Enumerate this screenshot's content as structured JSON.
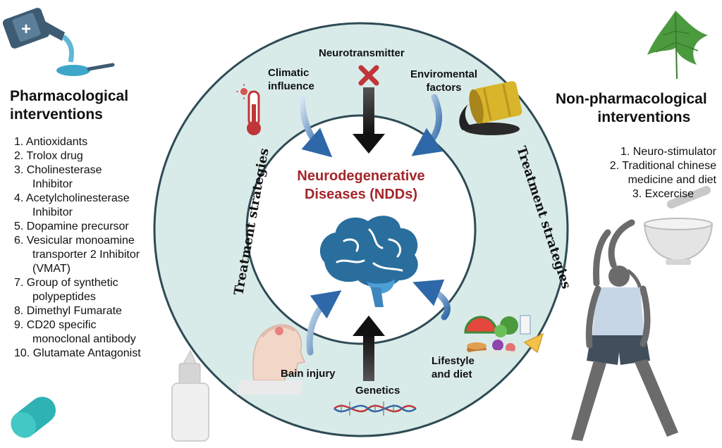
{
  "left": {
    "heading": [
      "Pharmacological",
      "interventions"
    ],
    "items": [
      "1.  Antioxidants",
      "2.  Trolox drug",
      "3.  Cholinesterase",
      "     Inhibitor",
      "4.  Acetylcholinesterase",
      "     Inhibitor",
      "5.  Dopamine precursor",
      "6.  Vesicular monoamine",
      "     transporter 2 Inhibitor",
      "     (VMAT)",
      "7.  Group of synthetic",
      "     polypeptides",
      "8.  Dimethyl Fumarate",
      "9.  CD20 specific",
      "     monoclonal antibody",
      "10. Glutamate Antagonist"
    ]
  },
  "right": {
    "heading": [
      "Non-pharmacological",
      "interventions"
    ],
    "items": [
      "1.  Neuro-stimulator",
      "2.  Traditional chinese",
      "medicine and diet",
      "3.  Excercise"
    ]
  },
  "center": {
    "title": [
      "Neurodegenerative",
      "Diseases (NDDs)"
    ],
    "ring_label_left": "Treatment strategies",
    "ring_label_right": "Treatment strategies",
    "factors": {
      "neurotransmitter": "Neurotransmitter",
      "climatic": [
        "Climatic",
        "influence"
      ],
      "environmental": [
        "Enviromental",
        "factors"
      ],
      "brain_injury": "Bain injury",
      "genetics": "Genetics",
      "lifestyle": [
        "Lifestyle",
        "and diet"
      ]
    }
  },
  "colors": {
    "ring_fill": "#d9ebe8",
    "ring_stroke": "#2e4b55",
    "title_red": "#a3262a",
    "brain_blue": "#2a6e9e",
    "blue_arrow": "#3f78b3",
    "black_arrow": "#1e1e1e",
    "red_cross": "#c0353a"
  },
  "icons": [
    "medicine-bottle-icon",
    "spoon-icon",
    "leaf-icon",
    "thermometer-icon",
    "oil-barrel-icon",
    "brain-icon",
    "head-injury-icon",
    "dna-icon",
    "food-icon",
    "person-stretching-icon",
    "mortar-pestle-icon",
    "capsule-icon",
    "dropper-bottle-icon",
    "red-cross-icon"
  ]
}
